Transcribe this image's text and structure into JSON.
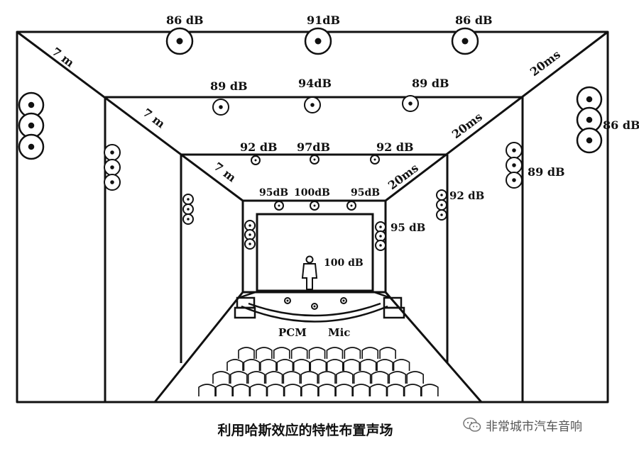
{
  "caption": "利用哈斯效应的特性布置声场",
  "watermark": {
    "text": "非常城市汽车音响",
    "icon": "wechat-icon"
  },
  "labels": {
    "dist_outer": "7 m",
    "dist_middle": "7 m",
    "dist_inner": "7 m",
    "delay_outer": "20ms",
    "delay_middle": "20ms",
    "delay_inner": "20ms",
    "ceil_outer_left": "86 dB",
    "ceil_outer_center": "91dB",
    "ceil_outer_right": "86 dB",
    "ceil_mid_left": "89 dB",
    "ceil_mid_center": "94dB",
    "ceil_mid_right": "89 dB",
    "ceil_inner_left": "92 dB",
    "ceil_inner_center": "97dB",
    "ceil_inner_right": "92 dB",
    "stage_left": "95dB",
    "stage_center": "100dB",
    "stage_right": "95dB",
    "wall_right_outer": "86 dB",
    "wall_right_middle": "89 dB",
    "wall_right_inner": "92 dB",
    "wall_right_stage": "95 dB",
    "performer": "100 dB",
    "pcm": "PCM",
    "mic": "Mic"
  }
}
